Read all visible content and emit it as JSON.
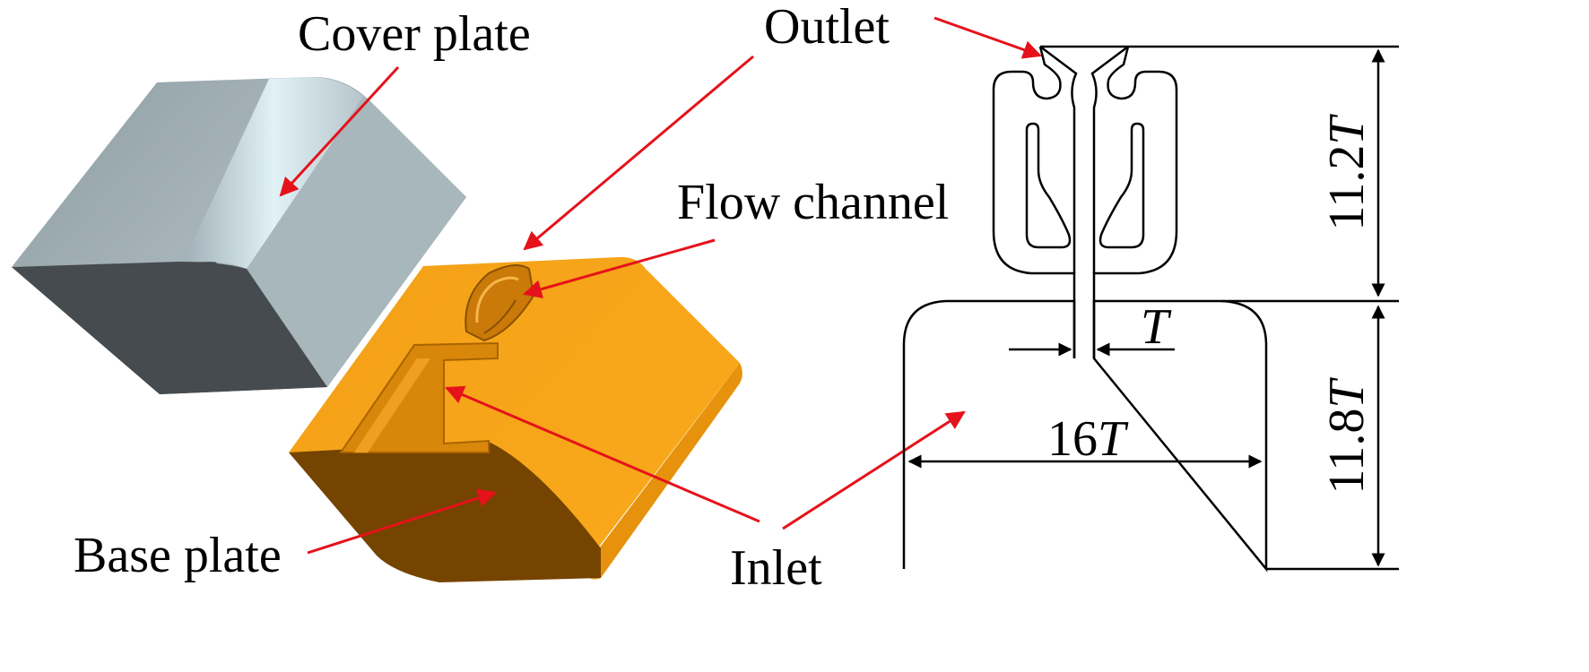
{
  "labels": {
    "cover_plate": "Cover plate",
    "outlet": "Outlet",
    "flow_channel": "Flow channel",
    "base_plate": "Base plate",
    "inlet": "Inlet"
  },
  "dimensions": {
    "height_top_num": "11.2",
    "height_bottom_num": "11.8",
    "width_num": "16",
    "gap_num": "",
    "unit_symbol": "T"
  },
  "colors": {
    "arrow": "#e5121b",
    "cover_light": "#a7b5ba",
    "cover_highlight": "#d6eef4",
    "cover_dark": "#454b4e",
    "base_light": "#f5a114",
    "base_mid": "#e8940f",
    "base_dark": "#744400",
    "line": "#000000"
  }
}
